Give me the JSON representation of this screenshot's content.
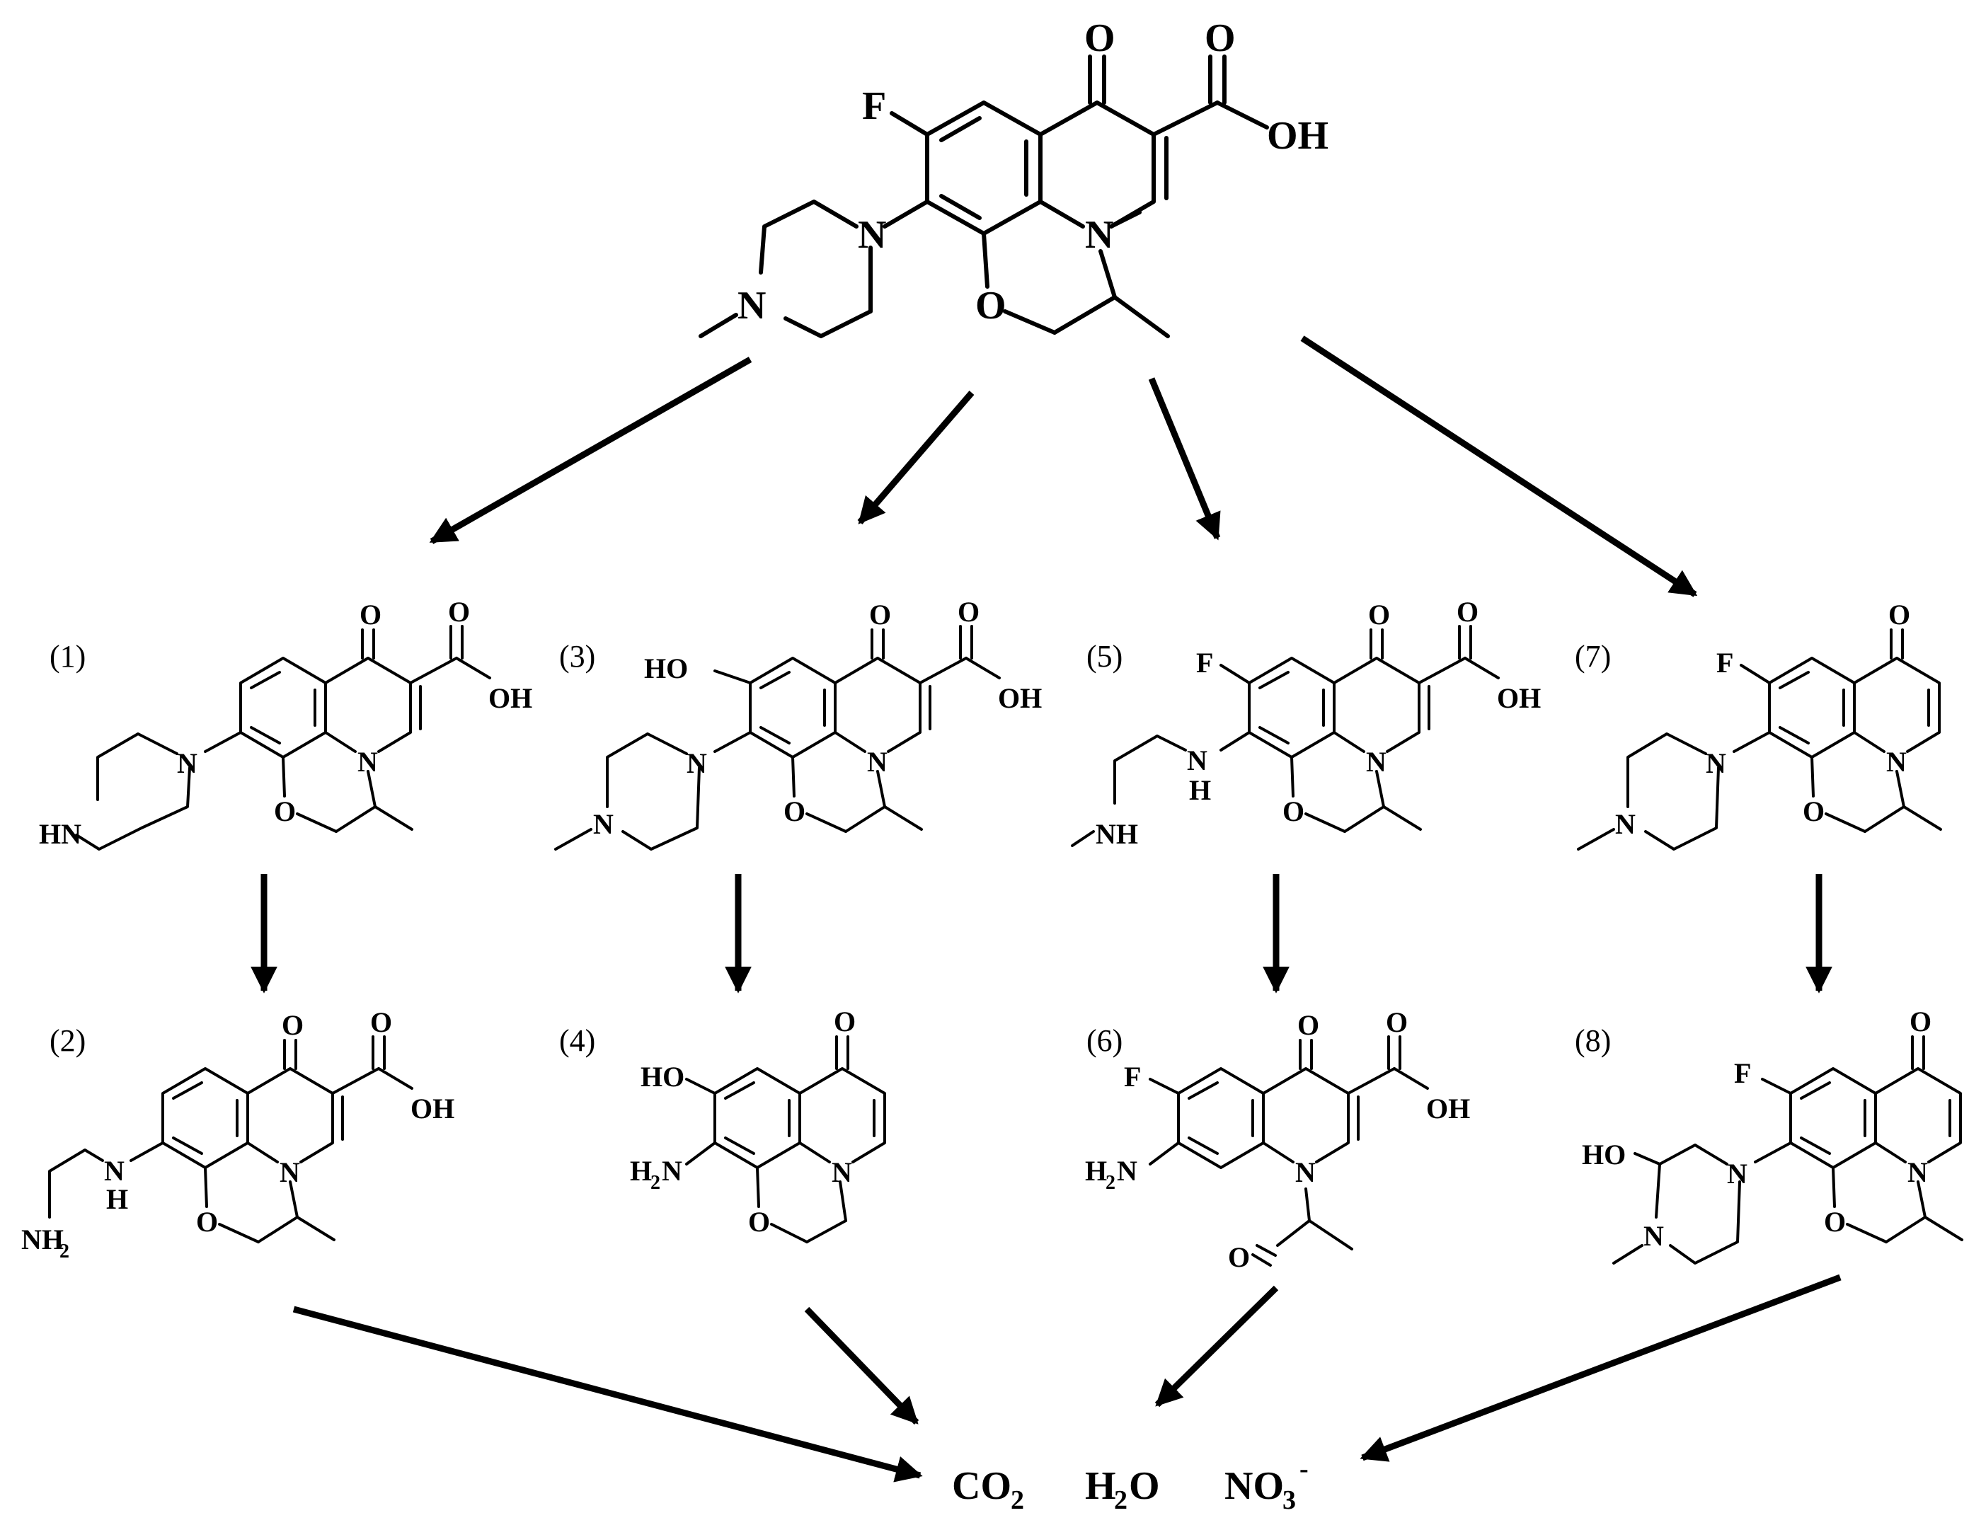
{
  "parent": {
    "atoms": {
      "F": "F",
      "O_keto": "O",
      "O_acid": "O",
      "OH": "OH",
      "N_ring": "N",
      "N_pip1": "N",
      "N_pip2": "N",
      "O_ring": "O"
    }
  },
  "compounds": [
    {
      "label": "(1)",
      "atoms": {
        "O_keto": "O",
        "O_acid": "O",
        "OH": "OH",
        "N_ring": "N",
        "N_pip": "N",
        "HN": "HN",
        "O_ring": "O"
      }
    },
    {
      "label": "(2)",
      "atoms": {
        "O_keto": "O",
        "O_acid": "O",
        "OH": "OH",
        "N_ring": "N",
        "NH_N": "N",
        "NH_H": "H",
        "NH2": "NH",
        "NH2_sub": "2",
        "O_ring": "O"
      }
    },
    {
      "label": "(3)",
      "atoms": {
        "HO": "HO",
        "O_keto": "O",
        "O_acid": "O",
        "OH": "OH",
        "N_ring": "N",
        "N_pip1": "N",
        "N_pip2": "N",
        "O_ring": "O"
      }
    },
    {
      "label": "(4)",
      "atoms": {
        "HO": "HO",
        "O_keto": "O",
        "H2N": "H",
        "H2N_sub": "2",
        "H2N_N": "N",
        "N_ring": "N",
        "O_ring": "O"
      }
    },
    {
      "label": "(5)",
      "atoms": {
        "F": "F",
        "O_keto": "O",
        "O_acid": "O",
        "OH": "OH",
        "N_ring": "N",
        "NH_N": "N",
        "NH_H": "H",
        "NH_me": "NH",
        "O_ring": "O"
      }
    },
    {
      "label": "(6)",
      "atoms": {
        "F": "F",
        "O_keto": "O",
        "O_acid": "O",
        "OH": "OH",
        "H2N": "H",
        "H2N_sub": "2",
        "H2N_N": "N",
        "N_ring": "N",
        "O_ald": "O"
      }
    },
    {
      "label": "(7)",
      "atoms": {
        "F": "F",
        "O_keto": "O",
        "N_ring": "N",
        "N_pip1": "N",
        "N_pip2": "N",
        "O_ring": "O"
      }
    },
    {
      "label": "(8)",
      "atoms": {
        "F": "F",
        "O_keto": "O",
        "HO": "HO",
        "N_ring": "N",
        "N_pip1": "N",
        "N_pip2": "N",
        "O_ring": "O"
      }
    }
  ],
  "products": {
    "co2": "CO",
    "co2_sub": "2",
    "h2o_h": "H",
    "h2o_sub": "2",
    "h2o_o": "O",
    "no3": "NO",
    "no3_sub": "3",
    "no3_sup": "-"
  }
}
